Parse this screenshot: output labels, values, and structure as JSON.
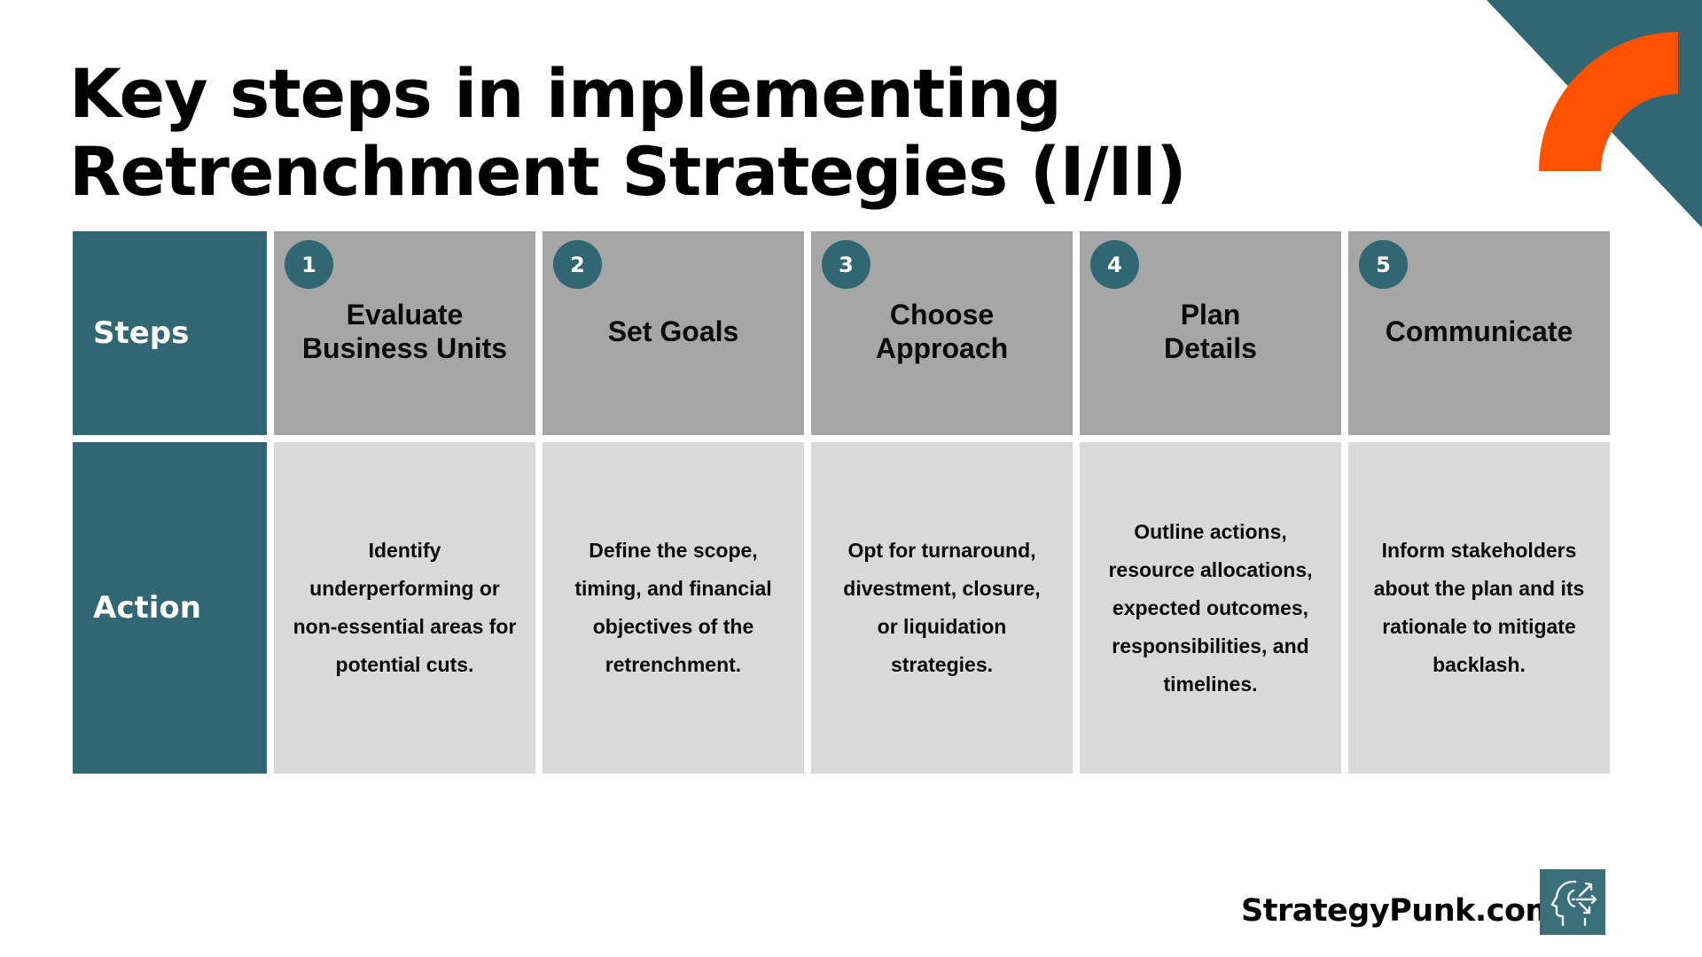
{
  "title": "Key steps in implementing Retrenchment Strategies (I/II)",
  "table": {
    "row_labels": {
      "steps": "Steps",
      "action": "Action"
    },
    "steps": [
      {
        "number": "1",
        "title": "Evaluate\nBusiness Units",
        "action": "Identify\nunderperforming or\nnon-essential areas for\npotential cuts."
      },
      {
        "number": "2",
        "title": "Set Goals",
        "action": "Define the scope,\ntiming, and financial\nobjectives of the\nretrenchment."
      },
      {
        "number": "3",
        "title": "Choose\nApproach",
        "action": "Opt for turnaround,\ndivestment, closure,\nor liquidation\nstrategies."
      },
      {
        "number": "4",
        "title": "Plan\nDetails",
        "action": "Outline actions,\nresource allocations,\nexpected outcomes,\nresponsibilities, and\ntimelines."
      },
      {
        "number": "5",
        "title": "Communicate",
        "action": "Inform stakeholders\nabout the plan and its\nrationale to mitigate\nbacklash."
      }
    ]
  },
  "footer": {
    "brand": "StrategyPunk.com",
    "logo_icon": "head-strategy-arrows-icon"
  },
  "colors": {
    "teal": "#316673",
    "orange": "#ff5100",
    "header_gray": "#a6a6a6",
    "body_gray": "#d9d9d9"
  }
}
